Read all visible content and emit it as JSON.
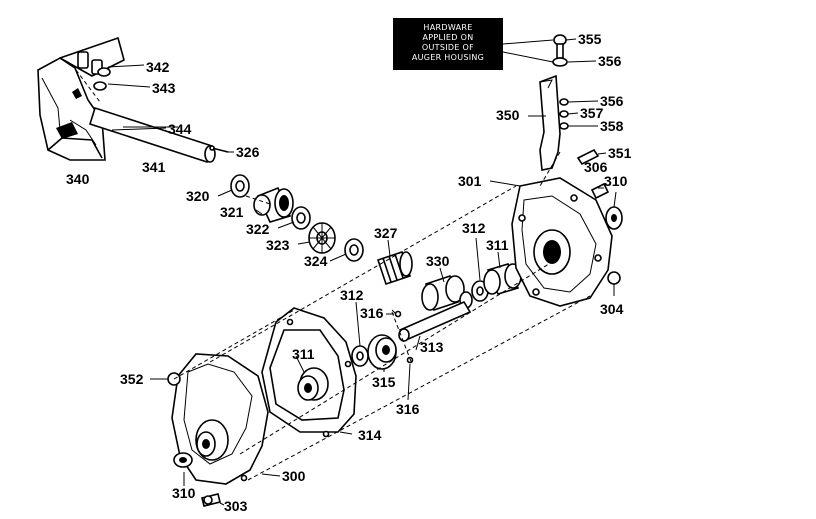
{
  "note": {
    "lines": [
      "HARDWARE",
      "APPLIED ON",
      "OUTSIDE OF",
      "AUGER HOUSING"
    ]
  },
  "labels": {
    "p342": "342",
    "p343": "343",
    "p344": "344",
    "p340": "340",
    "p341": "341",
    "p326": "326",
    "p320": "320",
    "p321": "321",
    "p322": "322",
    "p323": "323",
    "p324": "324",
    "p327": "327",
    "p330": "330",
    "p312a": "312",
    "p311a": "311",
    "p312b": "312",
    "p316a": "316",
    "p313": "313",
    "p311b": "311",
    "p315": "315",
    "p316b": "316",
    "p352": "352",
    "p314": "314",
    "p300": "300",
    "p310a": "310",
    "p303": "303",
    "p355": "355",
    "p356a": "356",
    "p350": "350",
    "p356b": "356",
    "p357": "357",
    "p358": "358",
    "p351": "351",
    "p301": "301",
    "p306": "306",
    "p310b": "310",
    "p304": "304"
  }
}
